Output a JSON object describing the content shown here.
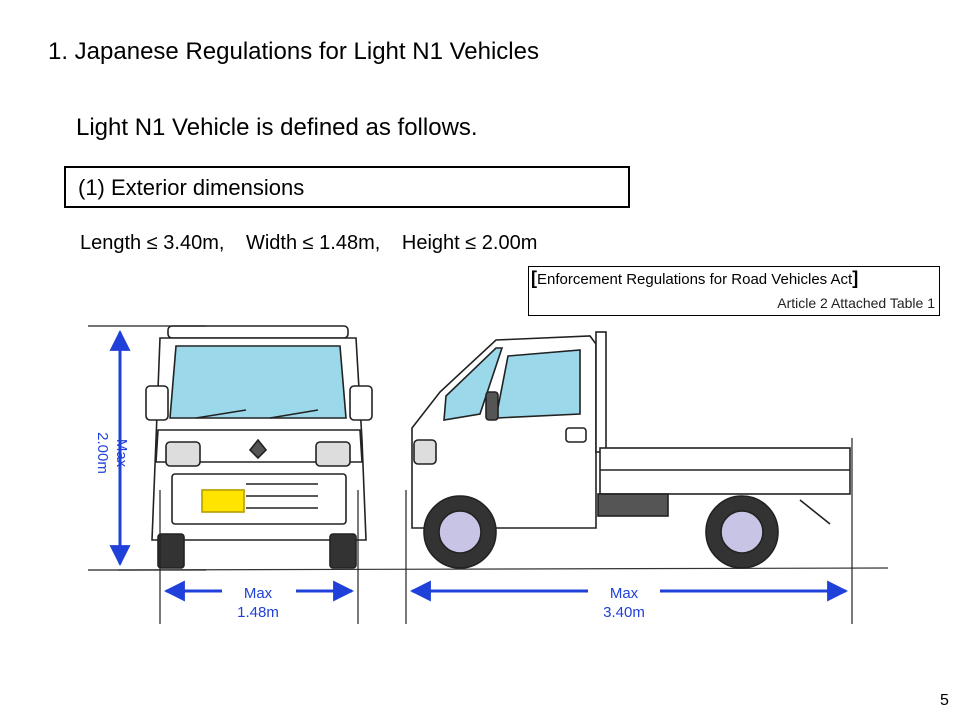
{
  "heading": "1. Japanese Regulations for Light N1 Vehicles",
  "subheading": "Light N1 Vehicle is defined as follows.",
  "section_title": "(1) Exterior dimensions",
  "limits": [
    "Length ≤ 3.40m,",
    "Width ≤ 1.48m,",
    "Height ≤ 2.00m"
  ],
  "reference": {
    "open_bracket": "[",
    "title": "Enforcement Regulations for Road Vehicles Act",
    "close_bracket": "]",
    "article": "Article 2 Attached Table 1"
  },
  "dimensions": {
    "width_label": "Max\n1.48m",
    "length_label": "Max\n3.40m",
    "height_label": "Max\n2.00m"
  },
  "colors": {
    "dimension": "#1f40d9",
    "glass": "#9ad8ea",
    "wheel_hub": "#c8c4e6",
    "plate": "#ffe400"
  },
  "page_number": "5"
}
